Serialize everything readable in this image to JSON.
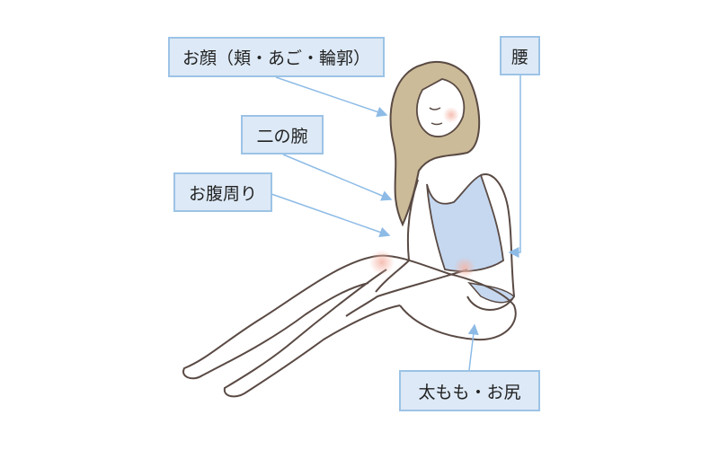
{
  "labels": {
    "face": "お顔（頬・あご・輪郭）",
    "waist": "腰",
    "upper_arm": "二の腕",
    "belly": "お腹周り",
    "thigh_hip": "太もも・お尻"
  },
  "colors": {
    "label_fill": "#dde9f6",
    "label_border": "#9cc3e6",
    "arrow": "#8dbbe6",
    "line": "#5a4a44",
    "hair": "#cbbb98",
    "clothing": "#c5d8f0",
    "blush": "#f4b8aa"
  }
}
